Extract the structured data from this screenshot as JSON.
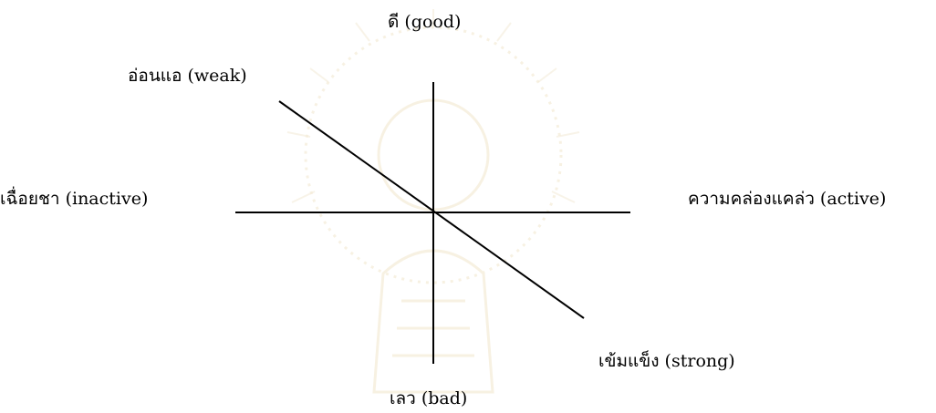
{
  "diagram": {
    "labels": {
      "top": "ดี (good)",
      "bottom": "เลว (bad)",
      "left": "เฉื่อยชา  (inactive)",
      "right": "ความคล่องแคล่ว (active)",
      "upper_left": "อ่อนแอ (weak)",
      "lower_right": "เข้มแข็ง (strong)"
    },
    "colors": {
      "lines": "#000000",
      "text": "#000000",
      "watermark": "#f3ead6"
    }
  }
}
